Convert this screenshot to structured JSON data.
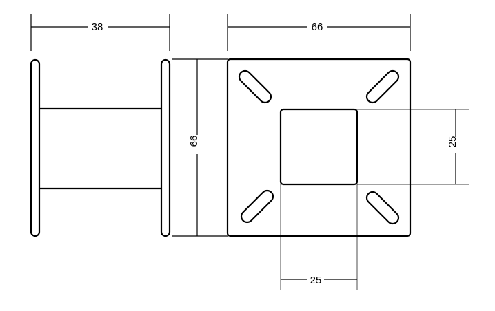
{
  "dimensions": {
    "side_width": "38",
    "plate_width": "66",
    "plate_height": "66",
    "tube_height": "25",
    "tube_width": "25"
  }
}
